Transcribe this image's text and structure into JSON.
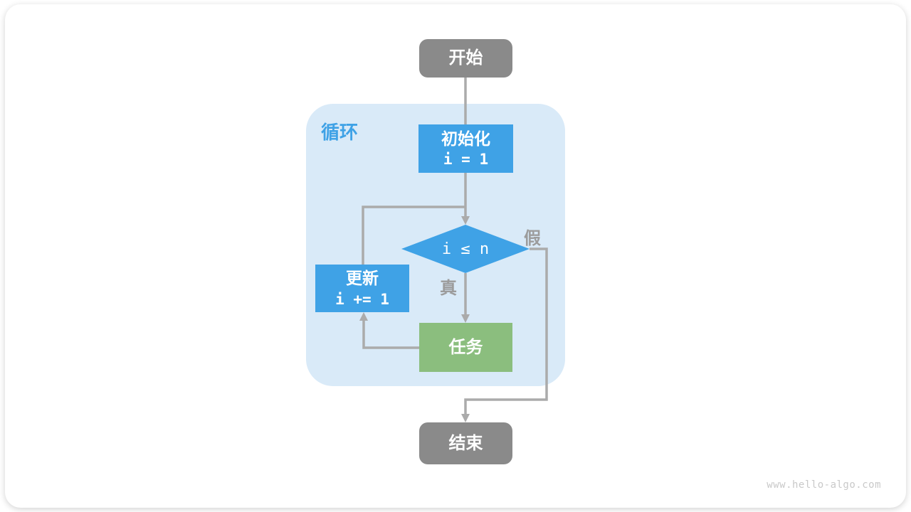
{
  "flowchart": {
    "start_label": "开始",
    "loop_label": "循环",
    "init_node": {
      "title": "初始化",
      "code": "i = 1"
    },
    "condition_node": {
      "expression": "i ≤ n"
    },
    "branch_true_label": "真",
    "branch_false_label": "假",
    "task_label": "任务",
    "update_node": {
      "title": "更新",
      "code": "i += 1"
    },
    "end_label": "结束"
  },
  "footer": {
    "watermark": "www.hello-algo.com"
  },
  "colors": {
    "blue": "#3fa2e6",
    "lightblue": "#d9eaf8",
    "green": "#8bbe7e",
    "gray": "#8a8a8a",
    "line": "#ababab",
    "label": "#9c9c9c"
  }
}
